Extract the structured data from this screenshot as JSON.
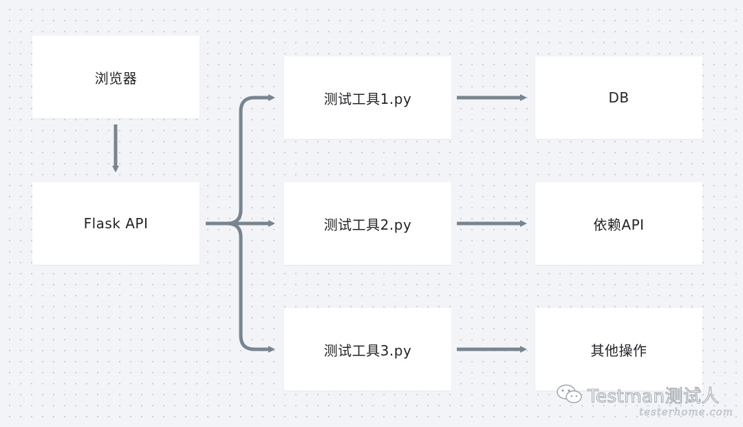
{
  "nodes": {
    "browser": "浏览器",
    "flask_api": "Flask API",
    "tool1": "测试工具1.py",
    "tool2": "测试工具2.py",
    "tool3": "测试工具3.py",
    "db": "DB",
    "dependency_api": "依赖API",
    "other_ops": "其他操作"
  },
  "watermark": {
    "title": "Testman测试人",
    "subtitle": "testerhome.com",
    "icon": "wechat-icon"
  },
  "colors": {
    "edge": "#78848f",
    "node_bg": "#ffffff",
    "text": "#1f2328"
  }
}
